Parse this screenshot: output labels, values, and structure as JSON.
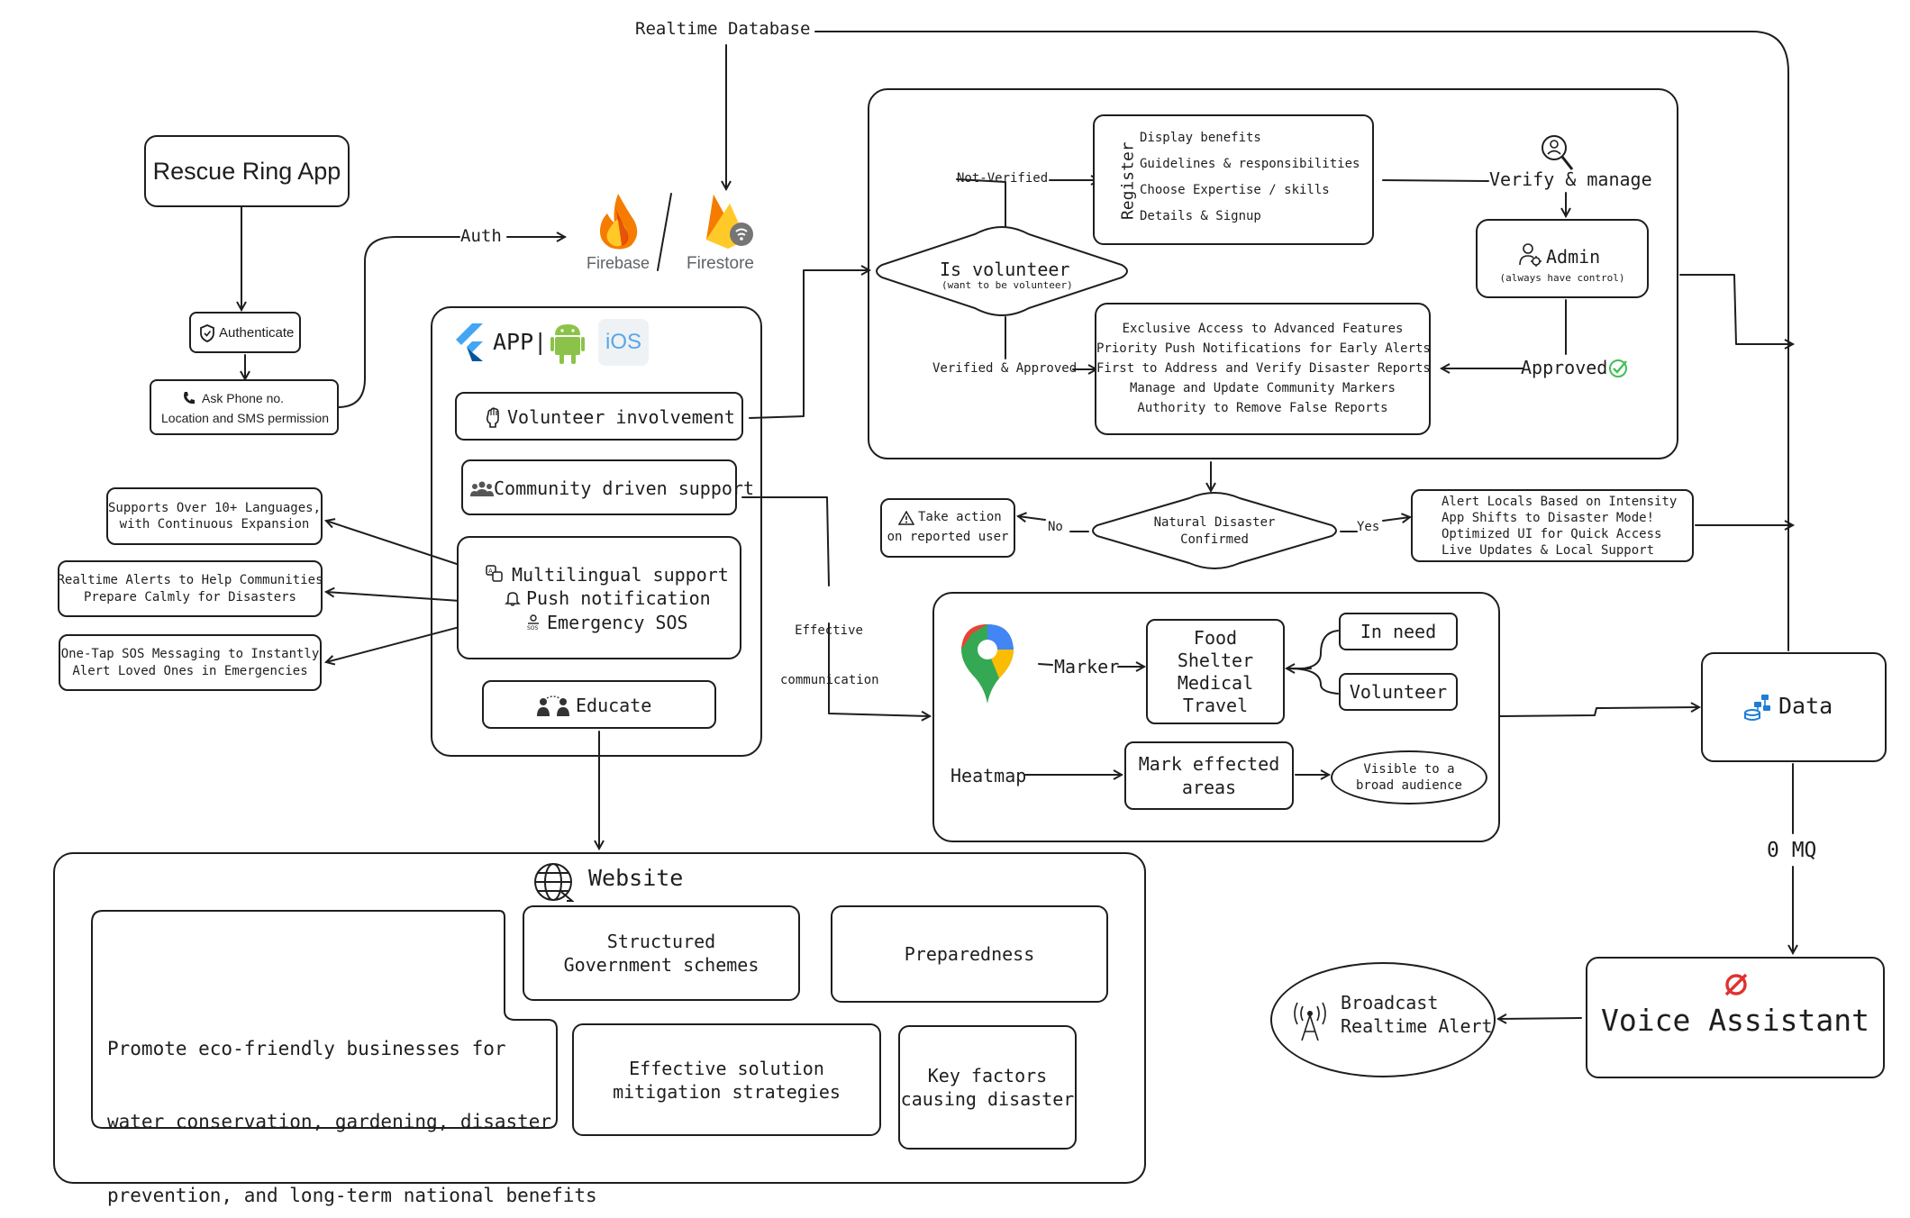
{
  "diagram": {
    "top_source": "Realtime Database",
    "app_root": "Rescue Ring App",
    "authenticate": "Authenticate",
    "ask_permission": [
      "Ask Phone no.",
      "Location and SMS permission"
    ],
    "auth_edge": "Auth",
    "firebase_label": "Firebase",
    "firestore_label": "Firestore",
    "app_header": "APP|",
    "ios_label": "iOS",
    "app_features": {
      "volunteer": "Volunteer involvement",
      "community": "Community driven support",
      "multi_lines": [
        "Multilingual support",
        "Push notification",
        "Emergency SOS"
      ],
      "educate": "Educate"
    },
    "left_notes": [
      [
        "Supports Over 10+ Languages,",
        "with Continuous Expansion"
      ],
      [
        "Realtime Alerts to Help Communities",
        "Prepare Calmly for Disasters"
      ],
      [
        "One-Tap SOS Messaging to Instantly",
        "Alert Loved Ones in Emergencies"
      ]
    ],
    "volunteer_flow": {
      "not_verified": "Not-Verified",
      "register_label": "Register",
      "register_items": [
        "Display benefits",
        "Guidelines & responsibilities",
        "Choose Expertise / skills",
        "Details & Signup"
      ],
      "decision": "Is volunteer",
      "decision_sub": "(want to be volunteer)",
      "verify_manage": "Verify & manage",
      "admin": "Admin",
      "admin_sub": "(always have control)",
      "verified_approved": "Verified & Approved",
      "approved": "Approved",
      "benefits": [
        "Exclusive Access to Advanced Features",
        "Priority Push Notifications for Early Alerts",
        "First to Address and Verify Disaster Reports",
        "Manage and Update Community Markers",
        "Authority to Remove False Reports"
      ]
    },
    "disaster_flow": {
      "decision": [
        "Natural Disaster",
        "Confirmed"
      ],
      "no": "No",
      "yes": "Yes",
      "take_action": [
        "Take action",
        "on reported user"
      ],
      "alert_locals": [
        "Alert Locals Based on Intensity",
        "App Shifts to Disaster Mode!",
        "Optimized UI for Quick Access",
        "Live Updates & Local Support"
      ]
    },
    "effective_comm": [
      "Effective",
      "communication"
    ],
    "maps": {
      "marker": "Marker",
      "categories": [
        "Food",
        "Shelter",
        "Medical",
        "Travel"
      ],
      "in_need": "In need",
      "volunteer": "Volunteer",
      "heatmap": "Heatmap",
      "mark_areas": [
        "Mark effected",
        "areas"
      ],
      "visible": [
        "Visible to a",
        "broad audience"
      ]
    },
    "data": "Data",
    "zero_mq": "0 MQ",
    "voice_assistant": "Voice Assistant",
    "broadcast": [
      "Broadcast",
      "Realtime Alert"
    ],
    "website": {
      "title": "Website",
      "promote": [
        "Promote eco-friendly businesses for",
        "water conservation, gardening, disaster",
        "prevention, and long-term national benefits"
      ],
      "structured": [
        "Structured",
        "Government schemes"
      ],
      "preparedness": "Preparedness",
      "effective": [
        "Effective solution",
        "mitigation strategies"
      ],
      "key_factors": [
        "Key factors",
        "causing disaster"
      ]
    }
  },
  "colors": {
    "stroke": "#1e1e1e",
    "firebase_orange": "#F57C00",
    "firebase_yellow": "#FFCA28",
    "android_green": "#8BC34A",
    "flutter_blue": "#02569B",
    "maps_green": "#34A853",
    "maps_red": "#EA4335",
    "maps_blue": "#4285F4",
    "check_green": "#40C057",
    "zero_red": "#E03131",
    "data_blue": "#1C7ED6"
  },
  "icons": [
    "shield-icon",
    "phone-icon",
    "firebase-icon",
    "firestore-icon",
    "flutter-icon",
    "android-icon",
    "ios-icon",
    "fist-icon",
    "people-icon",
    "translate-icon",
    "bell-icon",
    "sos-icon",
    "teach-icon",
    "warning-icon",
    "search-person-icon",
    "admin-icon",
    "check-icon",
    "map-pin-icon",
    "database-icon",
    "null-icon",
    "antenna-icon",
    "globe-icon"
  ]
}
